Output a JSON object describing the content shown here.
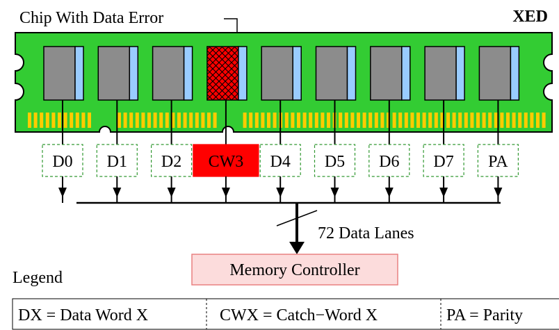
{
  "title": "XED",
  "error_callout": "Chip With Data Error",
  "chip_labels": [
    "D0",
    "D1",
    "D2",
    "CW3",
    "D4",
    "D5",
    "D6",
    "D7",
    "PA"
  ],
  "error_chip_index": 3,
  "bus_label": "72 Data Lanes",
  "controller_label": "Memory Controller",
  "legend_title": "Legend",
  "legend_items": [
    "DX = Data Word X",
    "CWX = Catch−Word X",
    "PA = Parity"
  ],
  "colors": {
    "pcb": "#33cc33",
    "chip": "#8c8c8c",
    "chip_stripe": "#99ccff",
    "pins": "#ffcc00",
    "error": "#ff0000",
    "controller_fill": "#fcdcdc",
    "controller_border": "#e88080",
    "label_border": "#339933"
  }
}
